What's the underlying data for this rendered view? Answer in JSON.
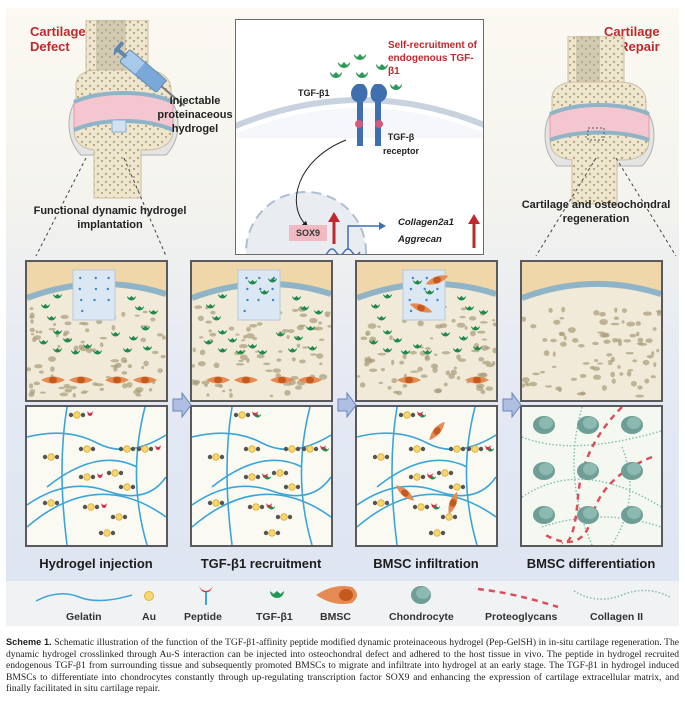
{
  "joints": {
    "left": {
      "title_line1": "Cartilage",
      "title_line2": "Defect",
      "injection_label": [
        "Injectable",
        "proteinaceous",
        "hydrogel"
      ],
      "caption_line1": "Functional dynamic hydrogel",
      "caption_line2": "implantation"
    },
    "right": {
      "title_line1": "Cartilage",
      "title_line2": "Repair",
      "caption_line1": "Cartilage and osteochondral",
      "caption_line2": "regeneration"
    }
  },
  "inset": {
    "title_line1": "Self-recruitment of",
    "title_line2": "endogenous TGF-β1",
    "ligand_label": "TGF-β1",
    "receptor_label_line1": "TGF-β",
    "receptor_label_line2": "receptor",
    "tf_label": "SOX9",
    "gene1": "Collagen2a1",
    "gene2": "Aggrecan"
  },
  "stages": [
    {
      "label": "Hydrogel injection"
    },
    {
      "label": "TGF-β1 recruitment"
    },
    {
      "label": "BMSC infiltration"
    },
    {
      "label": "BMSC differentiation"
    }
  ],
  "legend": {
    "items": [
      {
        "label": "Gelatin",
        "icon": "gelatin-strand-icon",
        "color": "#3aa6d8"
      },
      {
        "label": "Au",
        "icon": "gold-particle-icon",
        "color": "#f2c94c"
      },
      {
        "label": "Peptide",
        "icon": "peptide-icon",
        "color": "#d9304a"
      },
      {
        "label": "TGF-β1",
        "icon": "tgf-beta1-icon",
        "color": "#1f8a4c"
      },
      {
        "label": "BMSC",
        "icon": "bmsc-cell-icon",
        "color": "#e07a3e"
      },
      {
        "label": "Chondrocyte",
        "icon": "chondrocyte-icon",
        "color": "#6f9e96"
      },
      {
        "label": "Proteoglycans",
        "icon": "proteoglycan-icon",
        "color": "#d8505a"
      },
      {
        "label": "Collagen II",
        "icon": "collagen-ii-icon",
        "color": "#7fbfb0"
      }
    ]
  },
  "caption": {
    "label": "Scheme 1.",
    "text": "Schematic illustration of the function of the TGF-β1-affinity peptide modified dynamic proteinaceous hydrogel (Pep-GelSH) in in-situ cartilage regeneration. The dynamic hydrogel crosslinked through Au-S interaction can be injected into osteochondral defect and adhered to the host tissue in vivo. The peptide in hydrogel recruited endogenous TGF-β1 from surrounding tissue and subsequently promoted BMSCs to migrate and infiltrate into hydrogel at an early stage. The TGF-β1 in hydrogel induced BMSCs to differentiate into chondrocytes constantly through up-regulating transcription factor SOX9 and enhancing the expression of cartilage extracellular matrix, and finally facilitated in situ cartilage repair."
  },
  "colors": {
    "title_red": "#c0282d",
    "cartilage_pink": "#f4c6cf",
    "bone": "#efe6cf",
    "tgf_green": "#1f8a4c",
    "gelatin_blue": "#3aa6d8",
    "arrow_blue": "#7b93c9"
  }
}
